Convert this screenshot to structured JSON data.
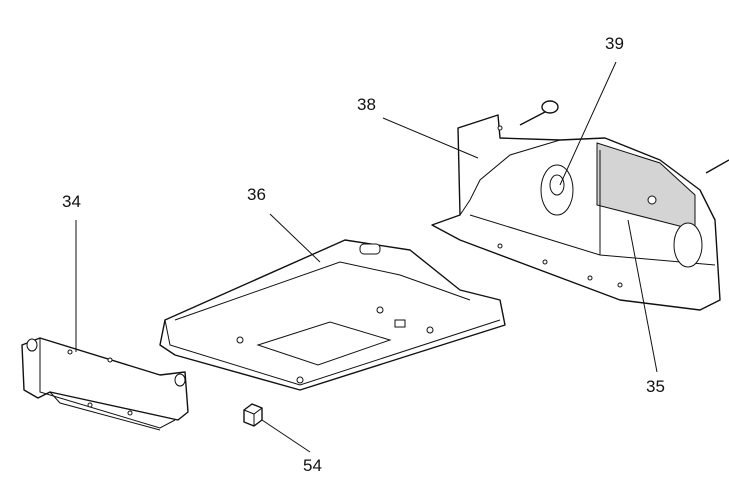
{
  "callouts": [
    {
      "id": "34"
    },
    {
      "id": "36"
    },
    {
      "id": "38"
    },
    {
      "id": "39"
    },
    {
      "id": "35"
    },
    {
      "id": "54"
    }
  ]
}
